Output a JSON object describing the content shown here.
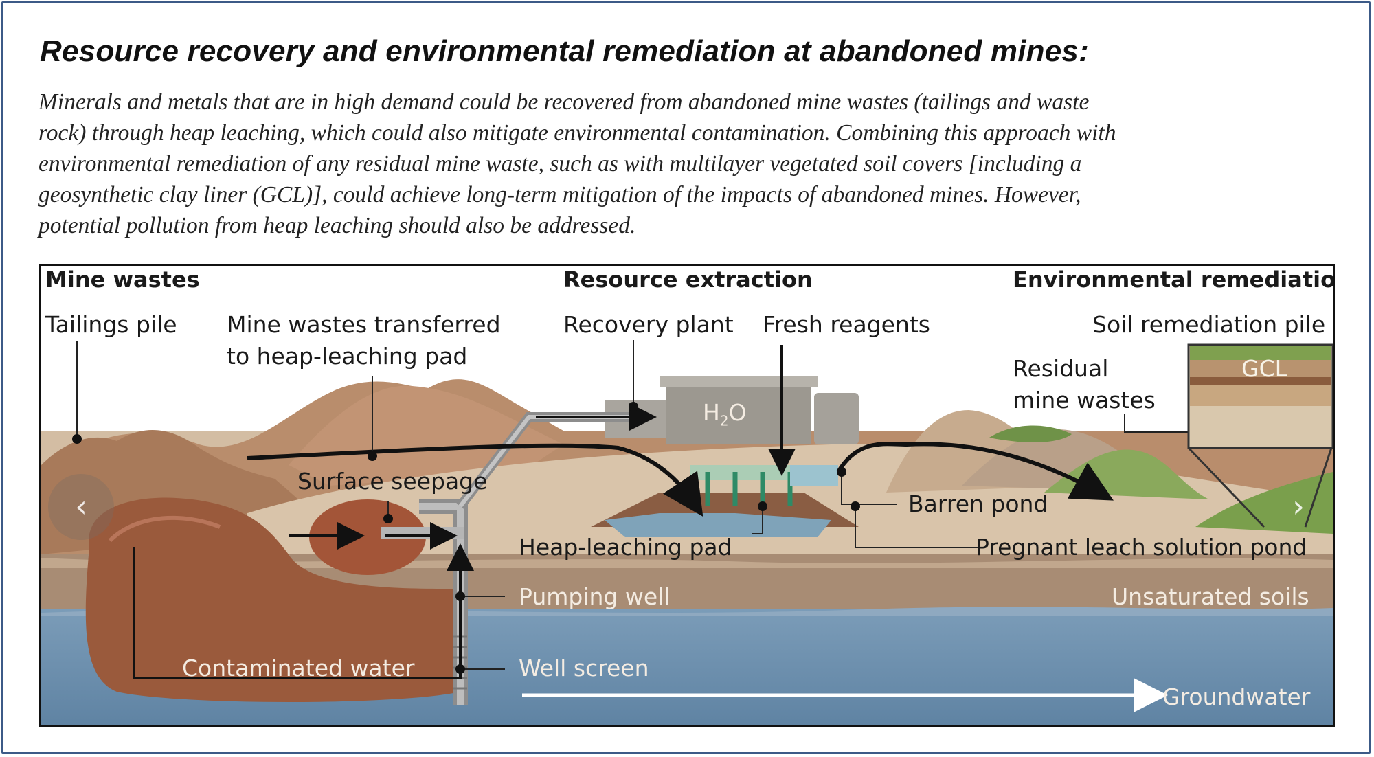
{
  "title": "Resource recovery and environmental remediation at abandoned mines:",
  "description_lines": [
    "Minerals and metals that are in high demand could be recovered from abandoned mine wastes (tailings and waste",
    "rock) through heap leaching, which could also mitigate environmental contamination. Combining this approach with",
    "environmental remediation of any residual mine waste, such as with multilayer vegetated soil covers [including a",
    "geosynthetic clay liner (GCL)], could achieve long-term mitigation of the impacts of abandoned mines. However,",
    "potential pollution from heap leaching should also be addressed."
  ],
  "diagram": {
    "sections": {
      "mine_wastes": "Mine wastes",
      "resource_extraction": "Resource extraction",
      "environmental_remediation": "Environmental remediation"
    },
    "labels": {
      "tailings_pile": "Tailings pile",
      "mine_wastes_transferred_1": "Mine wastes transferred",
      "mine_wastes_transferred_2": "to heap-leaching pad",
      "recovery_plant": "Recovery plant",
      "fresh_reagents": "Fresh reagents",
      "soil_remediation_pile": "Soil remediation pile",
      "residual_1": "Residual",
      "residual_2": "mine wastes",
      "gcl": "GCL",
      "surface_seepage": "Surface seepage",
      "h2o": "H",
      "h2o_sub": "2",
      "h2o_o": "O",
      "barren_pond": "Barren pond",
      "heap_leaching_pad": "Heap-leaching pad",
      "pregnant_pond": "Pregnant leach solution pond",
      "pumping_well": "Pumping well",
      "unsaturated_soils": "Unsaturated soils",
      "contaminated_water": "Contaminated water",
      "well_screen": "Well screen",
      "groundwater": "Groundwater"
    },
    "nav": {
      "prev": "‹",
      "next": "›"
    }
  }
}
